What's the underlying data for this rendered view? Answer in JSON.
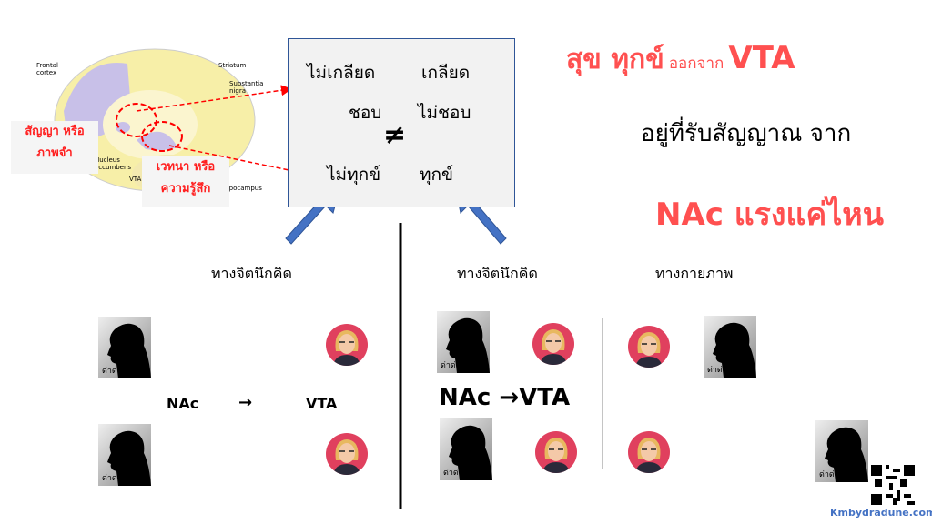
{
  "brain": {
    "labels": {
      "frontal_cortex": "Frontal cortex",
      "striatum": "Striatum",
      "substantia_nigra": "Substantia nigra",
      "nucleus_accumbens": "Nucleus accumbens",
      "vta": "VTA",
      "hippocampus": "Hippocampus"
    },
    "tag_memory": [
      "สัญญา หรือ",
      "ภาพจำ"
    ],
    "tag_feeling": [
      "เวทนา หรือ",
      "ความรู้สึก"
    ]
  },
  "box": {
    "not_hate": "ไม่เกลียด",
    "hate": "เกลียด",
    "like": "ชอบ",
    "not_like": "ไม่ชอบ",
    "not_equal": "≠",
    "no_suffer": "ไม่ทุกข์",
    "suffer": "ทุกข์"
  },
  "headline": {
    "line1_a": "สุข ทุกข์",
    "line1_b": "ออกจาก",
    "line1_c": "VTA",
    "line2": "อยู่ที่รับสัญญาณ จาก",
    "line3": "NAc แรงแค่ไหน"
  },
  "sections": {
    "mental_left": "ทางจิตนึกคิด",
    "mental_right": "ทางจิตนึกคิด",
    "physical": "ทางกายภาพ"
  },
  "flow": {
    "nac": "NAc",
    "arrow": "→",
    "vta": "VTA",
    "big": "NAc →VTA"
  },
  "silhouette_label": "ด่าด่า",
  "footer": {
    "site": "Kmbydradune.com"
  },
  "colors": {
    "red": "#ff5050",
    "blue": "#4472c4"
  }
}
